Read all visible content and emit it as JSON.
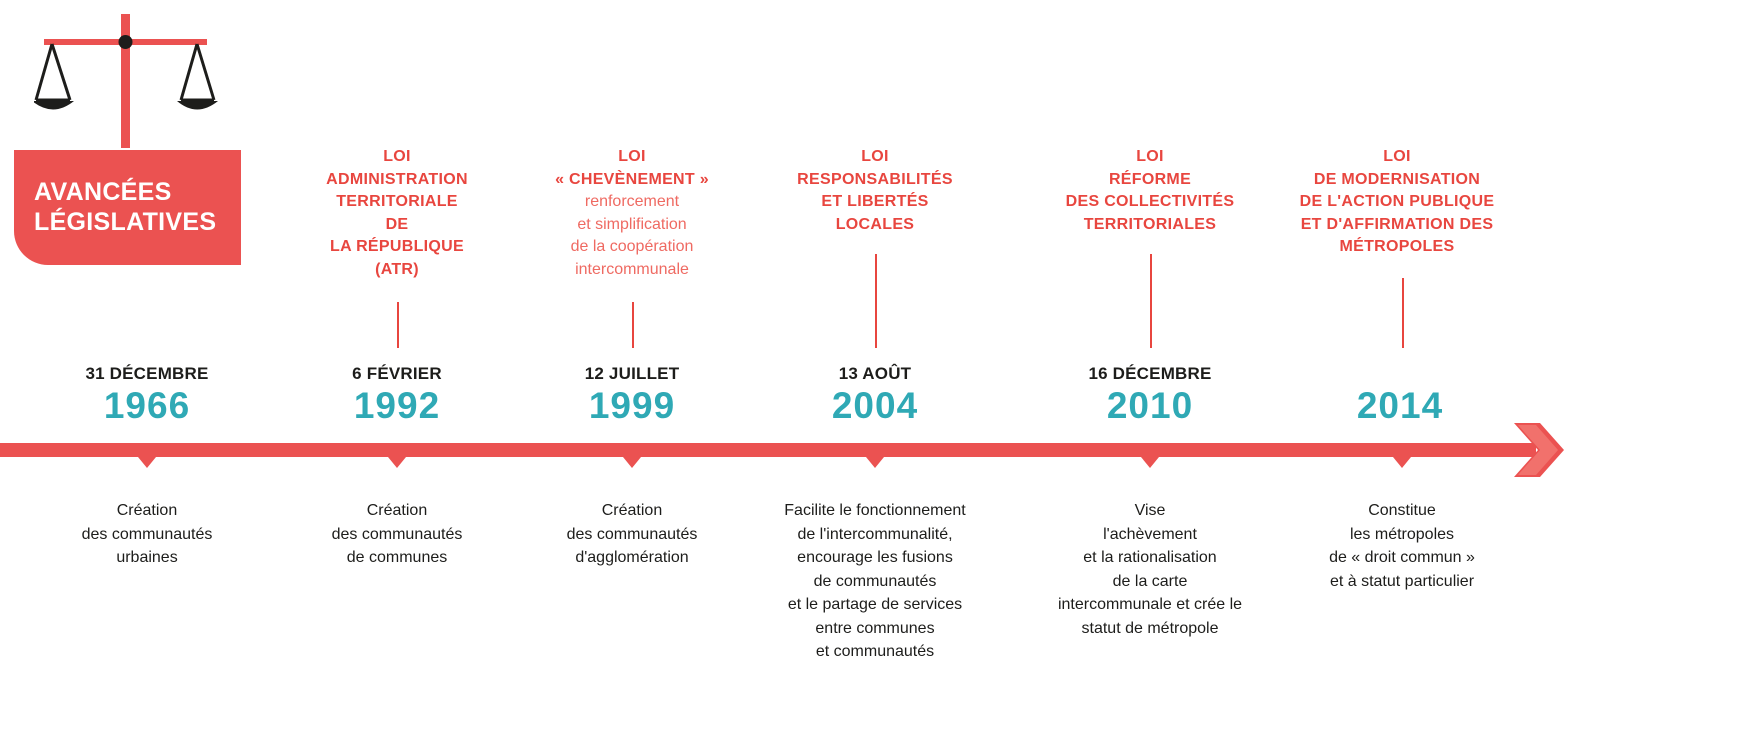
{
  "header": {
    "icon": "scales-of-justice-icon",
    "title_line1": "AVANCÉES",
    "title_line2": "LÉGISLATIVES"
  },
  "colors": {
    "accent": "#eb5251",
    "year": "#2fa9b5",
    "text": "#1d1d1b"
  },
  "timeline": [
    {
      "date": "31 DÉCEMBRE",
      "year": "1966",
      "law_title": [],
      "law_desc": [],
      "description": [
        "Création",
        "des communautés",
        "urbaines"
      ]
    },
    {
      "date": "6 FÉVRIER",
      "year": "1992",
      "law_title": [
        "LOI",
        "ADMINISTRATION",
        "TERRITORIALE",
        "DE",
        "LA RÉPUBLIQUE",
        "(ATR)"
      ],
      "law_desc": [],
      "description": [
        "Création",
        "des communautés",
        "de communes"
      ]
    },
    {
      "date": "12 JUILLET",
      "year": "1999",
      "law_title": [
        "LOI",
        "« CHEVÈNEMENT »"
      ],
      "law_desc": [
        "renforcement",
        "et simplification",
        "de la coopération",
        "intercommunale"
      ],
      "description": [
        "Création",
        "des communautés",
        "d'agglomération"
      ]
    },
    {
      "date": "13 AOÛT",
      "year": "2004",
      "law_title": [
        "LOI",
        "RESPONSABILITÉS",
        "ET LIBERTÉS",
        "LOCALES"
      ],
      "law_desc": [],
      "description": [
        "Facilite le fonctionnement",
        "de l'intercommunalité,",
        "encourage les fusions",
        "de communautés",
        "et le partage de services",
        "entre communes",
        "et communautés"
      ]
    },
    {
      "date": "16 DÉCEMBRE",
      "year": "2010",
      "law_title": [
        "LOI",
        "RÉFORME",
        "DES COLLECTIVITÉS",
        "TERRITORIALES"
      ],
      "law_desc": [],
      "description": [
        "Vise",
        "l'achèvement",
        "et la rationalisation",
        "de la carte",
        "intercommunale et crée le",
        "statut de métropole"
      ]
    },
    {
      "date": "",
      "year": "2014",
      "law_title": [
        "LOI",
        "DE MODERNISATION",
        "DE L'ACTION PUBLIQUE",
        "ET D'AFFIRMATION DES",
        "MÉTROPOLES"
      ],
      "law_desc": [],
      "description": [
        "Constitue",
        "les métropoles",
        "de « droit commun »",
        "et à statut particulier"
      ]
    }
  ]
}
